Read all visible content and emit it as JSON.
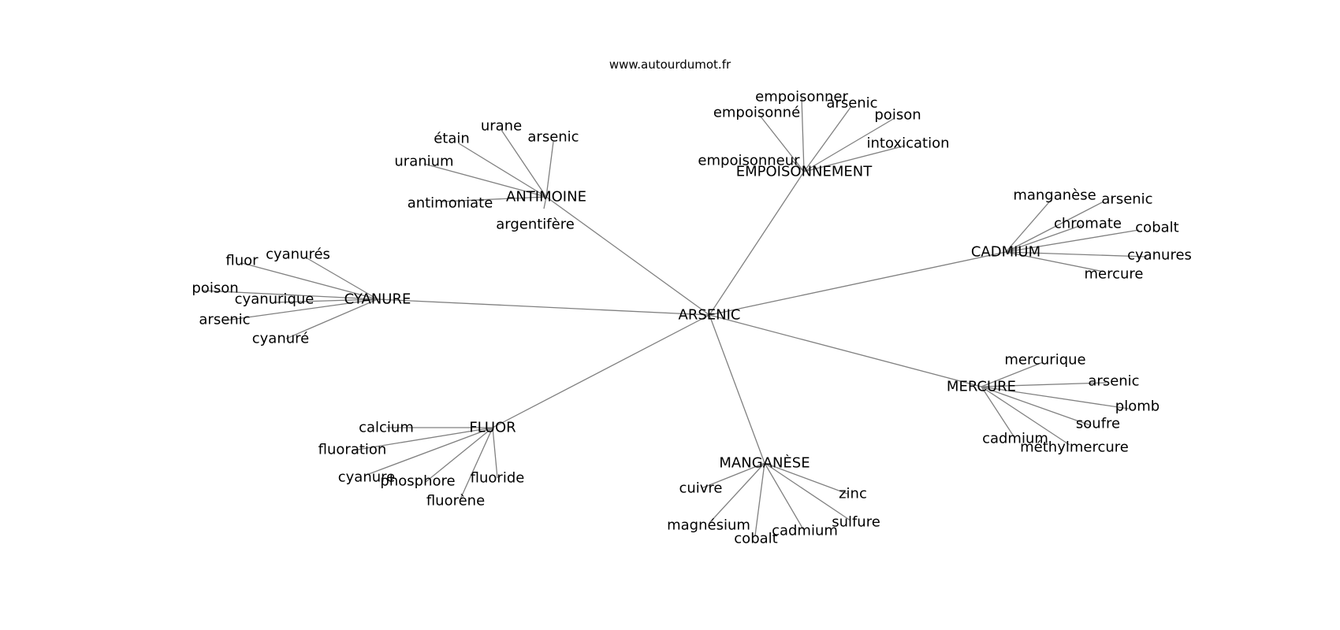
{
  "site": "www.autourdumot.fr",
  "center": "ARSENIC",
  "clusters": [
    {
      "hub": "ANTIMOINE",
      "leaves": [
        "urane",
        "étain",
        "arsenic",
        "uranium",
        "antimoniate",
        "argentifère"
      ]
    },
    {
      "hub": "EMPOISONNEMENT",
      "leaves": [
        "empoisonner",
        "empoisonné",
        "arsenic",
        "poison",
        "intoxication",
        "empoisonneur"
      ]
    },
    {
      "hub": "CADMIUM",
      "leaves": [
        "manganèse",
        "arsenic",
        "chromate",
        "cobalt",
        "cyanures",
        "mercure"
      ]
    },
    {
      "hub": "CYANURE",
      "leaves": [
        "cyanurés",
        "fluor",
        "poison",
        "cyanurique",
        "arsenic",
        "cyanuré"
      ]
    },
    {
      "hub": "MERCURE",
      "leaves": [
        "mercurique",
        "arsenic",
        "plomb",
        "soufre",
        "cadmium",
        "méthylmercure"
      ]
    },
    {
      "hub": "FLUOR",
      "leaves": [
        "calcium",
        "fluoration",
        "cyanure",
        "phosphore",
        "fluoride",
        "fluorène"
      ]
    },
    {
      "hub": "MANGANÈSE",
      "leaves": [
        "cuivre",
        "zinc",
        "magnésium",
        "cobalt",
        "cadmium",
        "sulfure"
      ]
    }
  ]
}
